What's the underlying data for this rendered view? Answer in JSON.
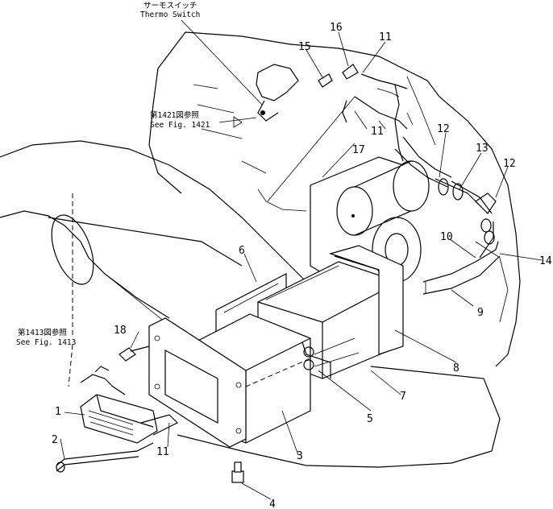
{
  "callouts": {
    "thermo_switch_jp": "サーモスイッチ",
    "thermo_switch_en": "Thermo Switch",
    "ref_1421_jp": "第1421図参照",
    "ref_1421_en": "See Fig. 1421",
    "ref_1413_jp": "第1413図参照",
    "ref_1413_en": "See Fig. 1413"
  },
  "part_numbers": {
    "p1": "1",
    "p2": "2",
    "p3": "3",
    "p4": "4",
    "p5": "5",
    "p6": "6",
    "p7": "7",
    "p8": "8",
    "p9": "9",
    "p10": "10",
    "p11a": "11",
    "p11b": "11",
    "p11c": "11",
    "p12a": "12",
    "p12b": "12",
    "p13": "13",
    "p14": "14",
    "p15": "15",
    "p16": "16",
    "p17": "17",
    "p18": "18"
  }
}
